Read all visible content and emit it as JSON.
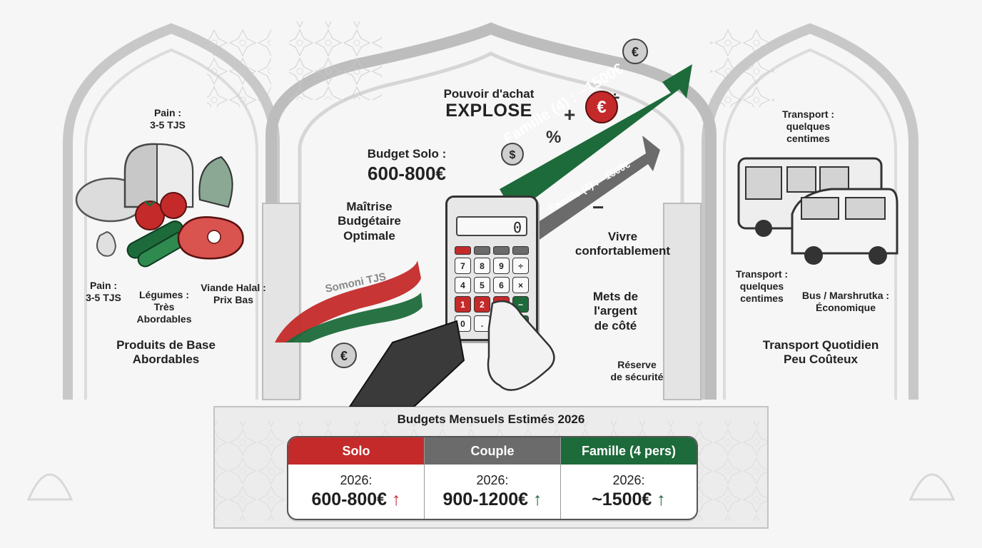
{
  "colors": {
    "red": "#c42a2a",
    "green": "#1d6a3a",
    "gray": "#6b6b6b",
    "ink": "#222222",
    "background": "#f6f6f6"
  },
  "left": {
    "bread_top": "Pain :\n3-5 TJS",
    "bread_bottom": "Pain :\n3-5 TJS",
    "vegetables": "Légumes :\nTrès\nAbordables",
    "meat": "Viande Halal :\nPrix Bas",
    "title": "Produits de Base\nAbordables"
  },
  "center": {
    "power_1": "Pouvoir d'achat",
    "power_2": "EXPLOSE",
    "budget_solo_label": "Budget Solo :",
    "budget_solo_value": "600-800€",
    "mastery": "Maîtrise\nBudgétaire\nOptimale",
    "ribbon_green_text": "Famille (4) : ~1500€",
    "ribbon_gray_text": "Famille (4) : ~1500€",
    "somoni": "Somoni TJS",
    "calc_display": "0",
    "live": "Vivre\nconfortablement",
    "save": "Mets de\nl'argent\nde côté",
    "reserve": "Réserve\nde sécurité",
    "calc_keys": [
      [
        "7",
        "8",
        "9",
        "÷"
      ],
      [
        "4",
        "5",
        "6",
        "×"
      ],
      [
        "1",
        "2",
        "3",
        "−"
      ],
      [
        "0",
        ".",
        "=",
        "+"
      ]
    ]
  },
  "right": {
    "transport_top": "Transport :\nquelques\ncentimes",
    "transport_left": "Transport :\nquelques\ncentimes",
    "bus": "Bus / Marshrutka :\nÉconomique",
    "title": "Transport Quotidien\nPeu Coûteux"
  },
  "table": {
    "title": "Budgets Mensuels Estimés 2026",
    "columns": [
      {
        "name": "Solo",
        "year": "2026:",
        "value": "600-800€",
        "arrow": "↑"
      },
      {
        "name": "Couple",
        "year": "2026:",
        "value": "900-1200€",
        "arrow": "↑"
      },
      {
        "name": "Famille (4 pers)",
        "year": "2026:",
        "value": "~1500€",
        "arrow": "↑"
      }
    ]
  }
}
